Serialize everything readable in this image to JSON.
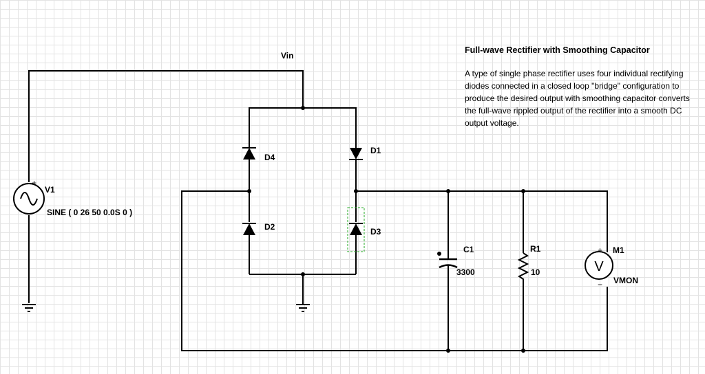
{
  "description": {
    "title": "Full-wave Rectifier with Smoothing Capacitor",
    "body": "A type of single phase rectifier uses four individual rectifying diodes connected in a closed loop \"bridge\" configuration to produce the desired output with smoothing capacitor converts the full-wave rippled output of the rectifier into a smooth DC output voltage."
  },
  "nodes": {
    "vin": "Vin"
  },
  "components": {
    "source": {
      "ref": "V1",
      "value": "SINE ( 0 26 50 0.0S 0 )",
      "polarity": "+"
    },
    "d1": {
      "ref": "D1"
    },
    "d2": {
      "ref": "D2"
    },
    "d3": {
      "ref": "D3"
    },
    "d4": {
      "ref": "D4"
    },
    "capacitor": {
      "ref": "C1",
      "value": "3300"
    },
    "resistor": {
      "ref": "R1",
      "value": "10"
    },
    "meter": {
      "ref": "M1",
      "value": "VMON",
      "symbol": "V",
      "plus": "+",
      "minus": "−"
    }
  },
  "colors": {
    "wire": "#000000",
    "selection": "#22aa22",
    "grid": "#e3e3e3"
  }
}
